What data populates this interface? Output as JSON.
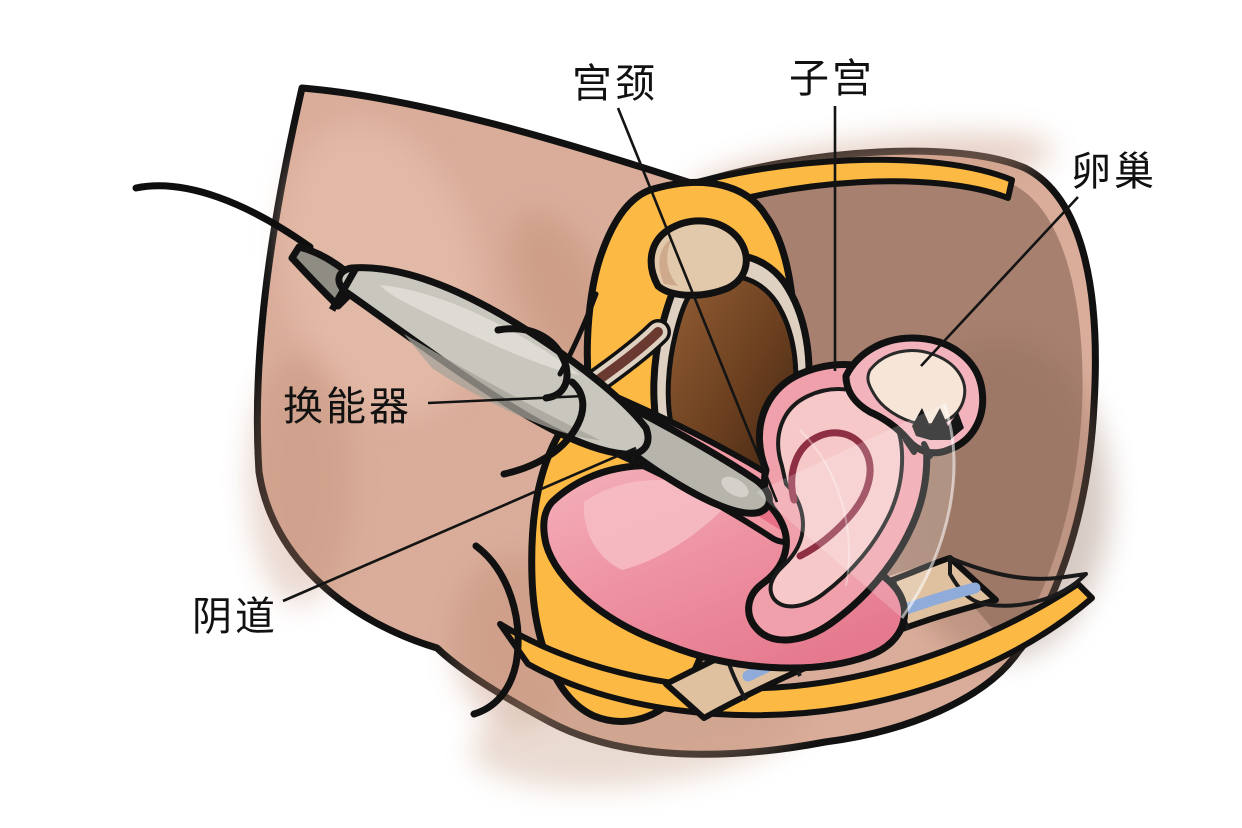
{
  "figure": {
    "labels": [
      {
        "id": "cervix",
        "text": "宫颈"
      },
      {
        "id": "uterus",
        "text": "子宫"
      },
      {
        "id": "ovary",
        "text": "卵巢"
      },
      {
        "id": "transducer",
        "text": "换能器"
      },
      {
        "id": "vagina",
        "text": "阴道"
      }
    ],
    "colors": {
      "background": "#ffffff",
      "outline": "#111111",
      "skin": "#d9ad9a",
      "skin_back": "#a7806f",
      "fat_yellow": "#fcb944",
      "bladder_wrap": "#ded1c1",
      "pubic_bone": "#e2c9ab",
      "uterus_pink": "#efa0aa",
      "endometrium_pink": "#f6c8c8",
      "ovary_cream": "#f7e6d8",
      "tube_pink": "#f3b3bc",
      "rectum_pink": "#ee92a2",
      "sacrum_tan": "#dfc1a0",
      "disc_blue": "#8fabd9",
      "probe_gray": "#c8c6bd",
      "probe_dark": "#8e8c83",
      "probe_shaft": "#b6b4ab",
      "urethra_maroon": "#6a3a30",
      "vagina_pink": "#f19aa6",
      "vagina_lining": "#e87086"
    }
  }
}
